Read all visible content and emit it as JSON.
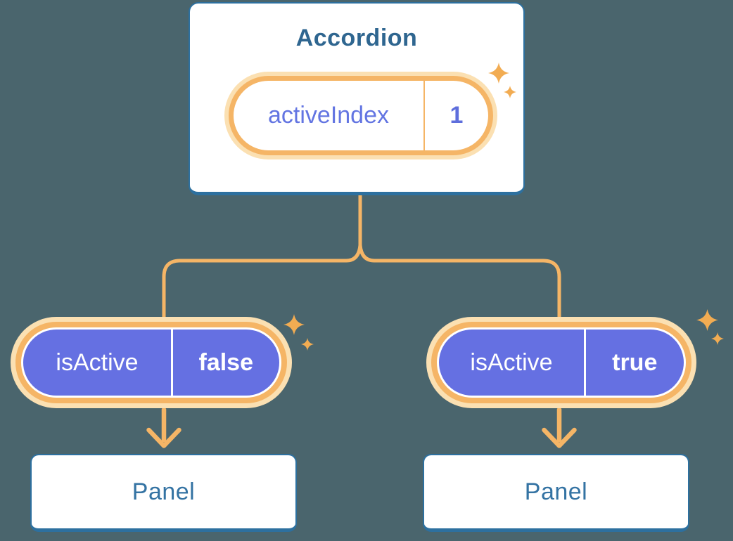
{
  "accordion": {
    "title": "Accordion",
    "state": {
      "name": "activeIndex",
      "value": "1"
    }
  },
  "props": [
    {
      "name": "isActive",
      "value": "false"
    },
    {
      "name": "isActive",
      "value": "true"
    }
  ],
  "panels": [
    {
      "label": "Panel"
    },
    {
      "label": "Panel"
    }
  ],
  "colors": {
    "background": "#4A656D",
    "card_fill": "#FFFFFF",
    "card_border_blue": "#2D709F",
    "title_blue": "#2F6690",
    "panel_text_blue": "#3473A3",
    "line_orange": "#F5B566",
    "glow_orange_pale": "#FBE0B2",
    "sparkle_orange": "#F2AC52",
    "pill_purple": "#6570E2",
    "state_text_purple": "#6375E2"
  }
}
